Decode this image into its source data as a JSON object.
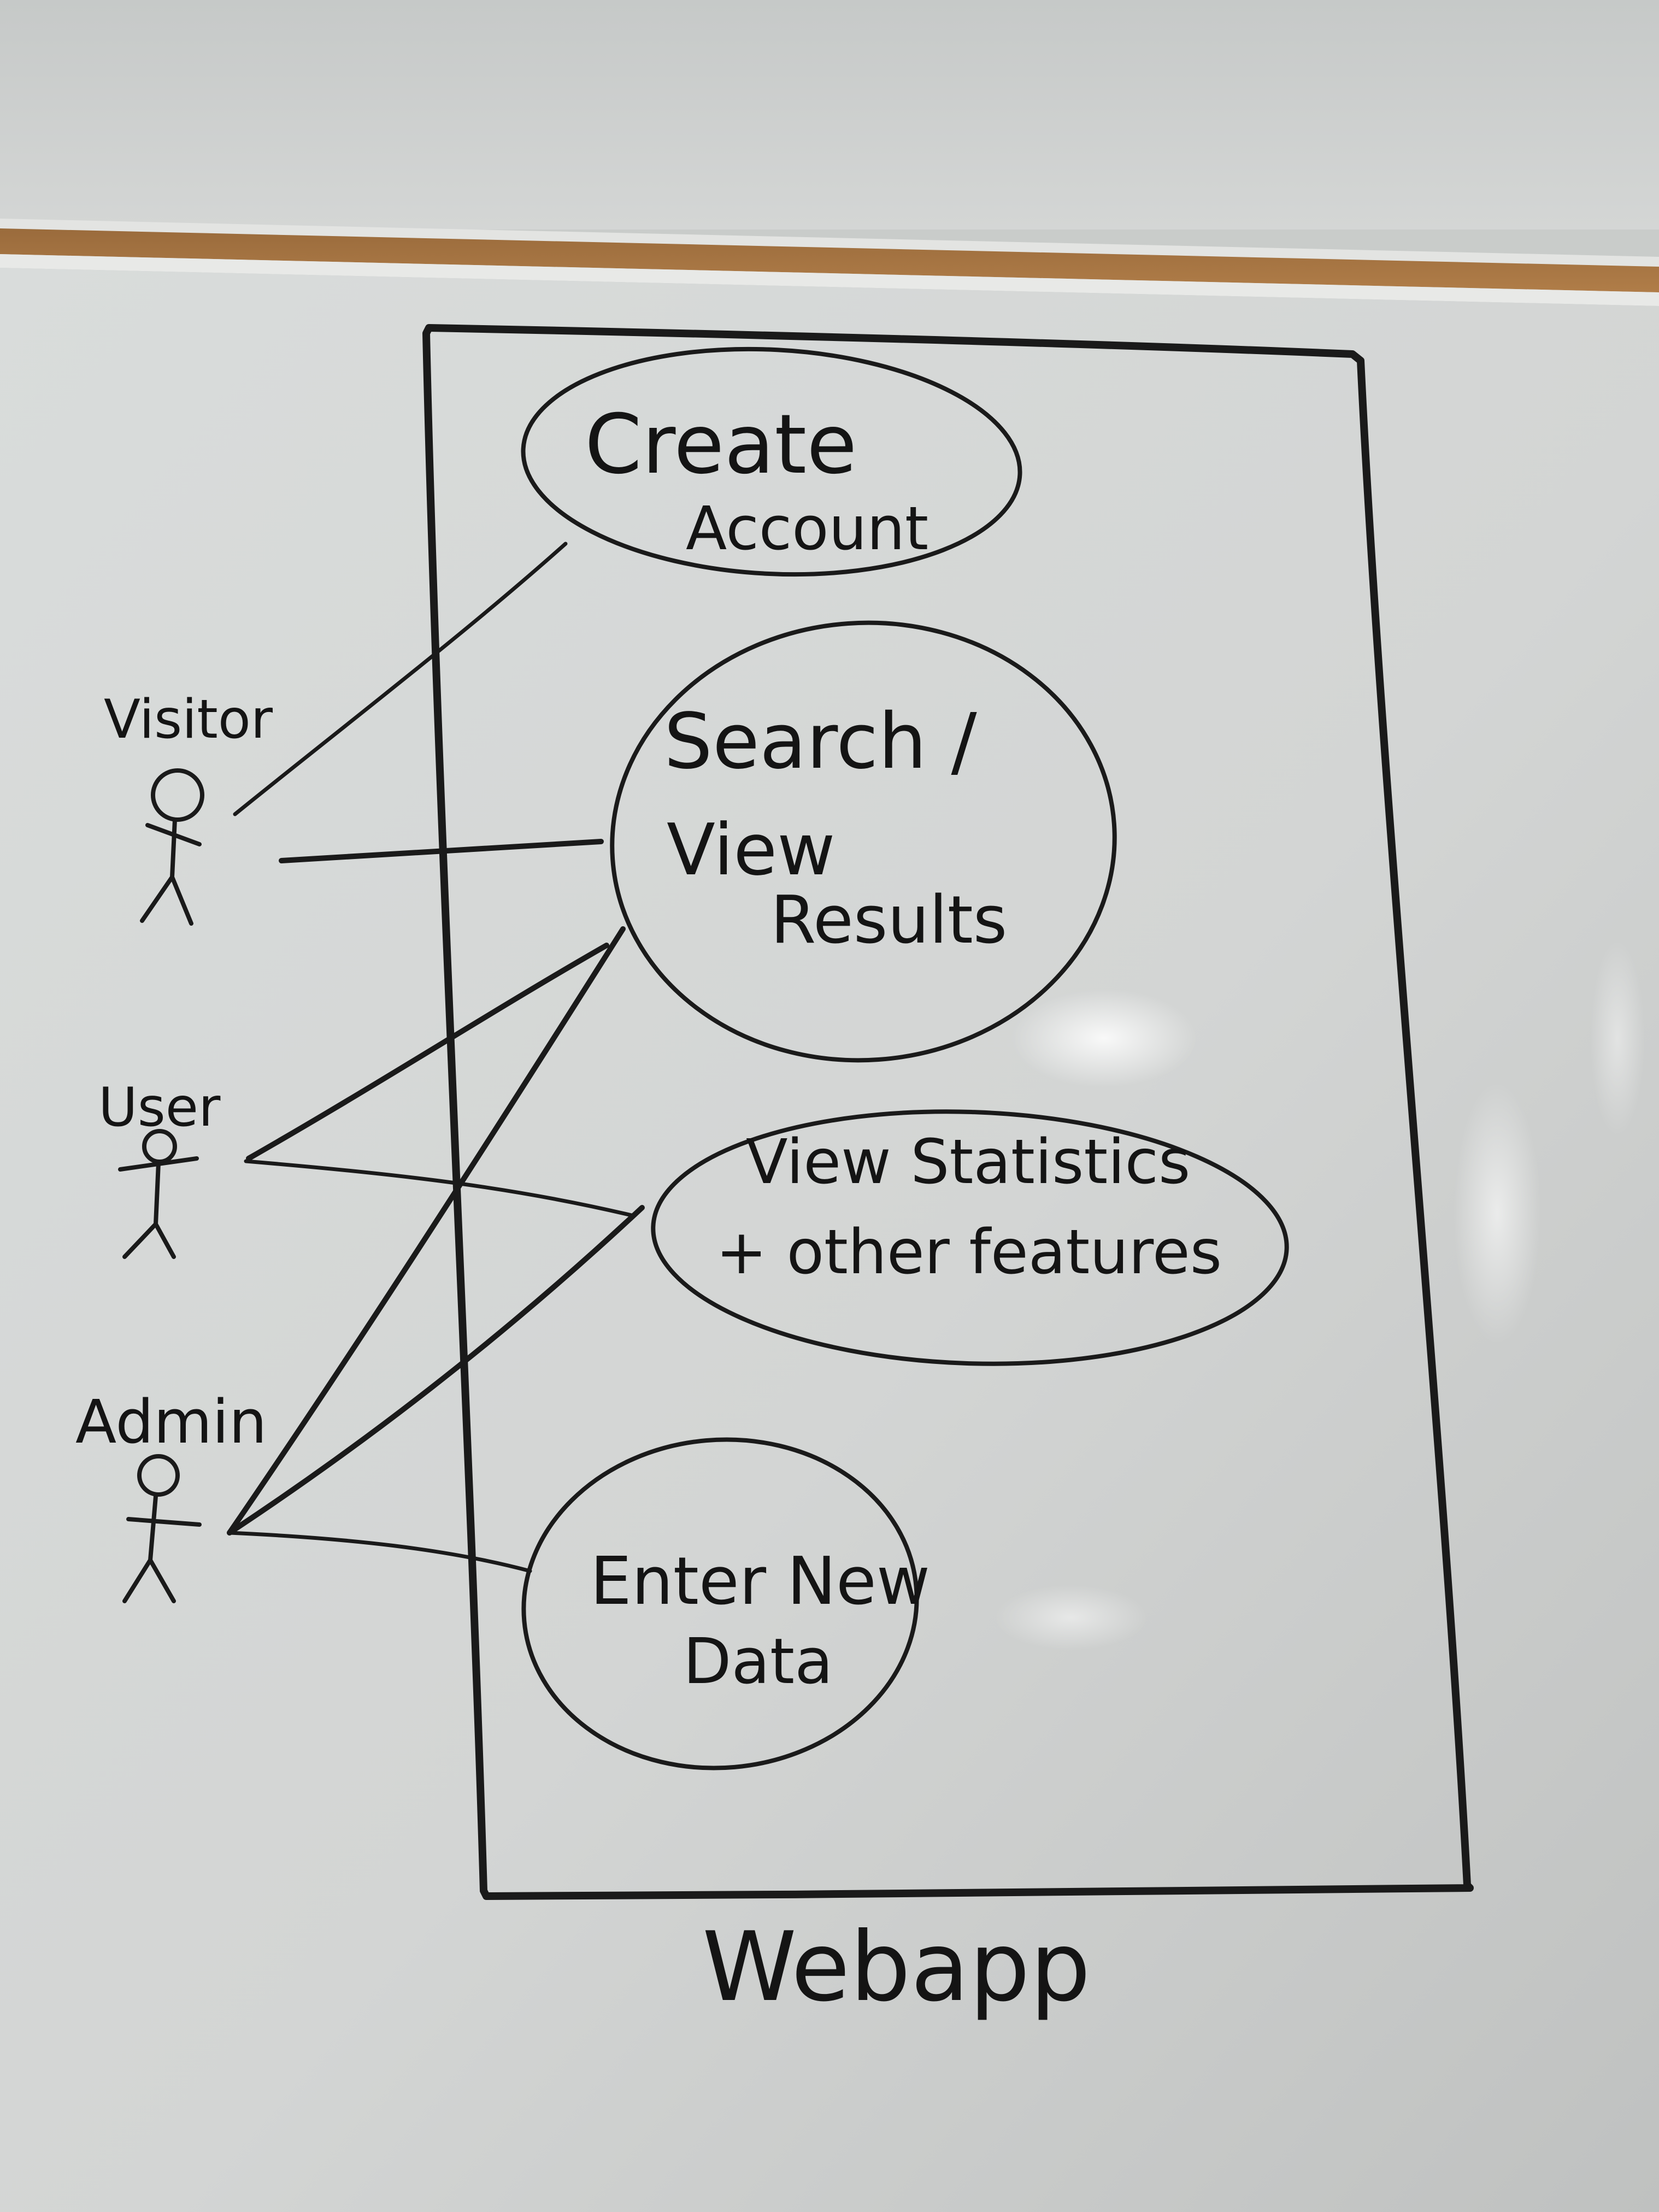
{
  "diagram": {
    "system_label": "Webapp",
    "actors": [
      {
        "id": "visitor",
        "label": "Visitor"
      },
      {
        "id": "user",
        "label": "User"
      },
      {
        "id": "admin",
        "label": "Admin"
      }
    ],
    "use_cases": [
      {
        "id": "create-account",
        "lines": [
          "Create",
          "Account"
        ]
      },
      {
        "id": "search-view-results",
        "lines": [
          "Search /",
          "View",
          "Results"
        ]
      },
      {
        "id": "view-statistics",
        "lines": [
          "View Statistics",
          "+ other features"
        ]
      },
      {
        "id": "enter-new-data",
        "lines": [
          "Enter New",
          "Data"
        ]
      }
    ],
    "associations": [
      {
        "from": "visitor",
        "to": "create-account"
      },
      {
        "from": "visitor",
        "to": "search-view-results"
      },
      {
        "from": "user",
        "to": "search-view-results"
      },
      {
        "from": "user",
        "to": "view-statistics"
      },
      {
        "from": "admin",
        "to": "search-view-results"
      },
      {
        "from": "admin",
        "to": "view-statistics"
      },
      {
        "from": "admin",
        "to": "enter-new-data"
      }
    ]
  }
}
